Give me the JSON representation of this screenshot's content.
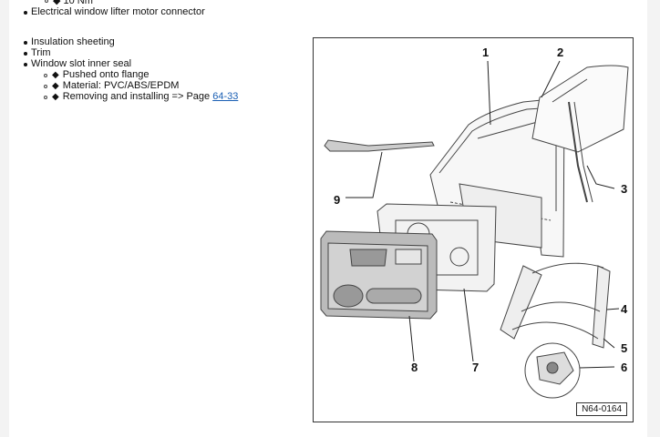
{
  "list": {
    "cut_item": "◆ 10 Nm",
    "items": [
      "Electrical window lifter motor connector",
      "Insulation sheeting",
      "Trim",
      "Window slot inner seal"
    ],
    "sub_items": [
      "Pushed onto flange",
      "Material: PVC/ABS/EPDM"
    ],
    "removal_text": "Removing and installing => Page ",
    "removal_link": "64-33"
  },
  "figure": {
    "callouts": [
      "1",
      "2",
      "3",
      "4",
      "5",
      "6",
      "7",
      "8",
      "9"
    ],
    "reference": "N64-0164"
  }
}
